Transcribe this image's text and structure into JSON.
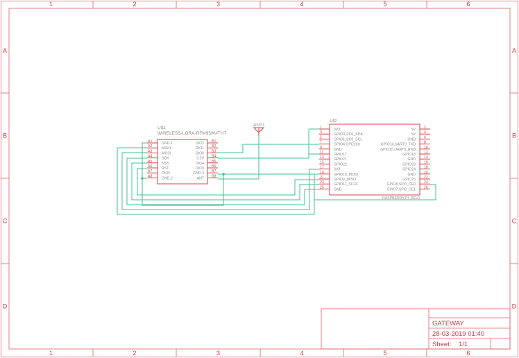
{
  "frame": {
    "columns": [
      "1",
      "2",
      "3",
      "4",
      "5",
      "6"
    ],
    "rows": [
      "A",
      "B",
      "C",
      "D"
    ]
  },
  "title_block": {
    "title": "GATEWAY",
    "date": "28-03-2019 01:40",
    "sheet_label": "Sheet:",
    "sheet_value": "1/1"
  },
  "colors": {
    "frame": "#d9626a",
    "pin": "#d9404a",
    "wire": "#3dbf90"
  },
  "u1": {
    "name": "U$1",
    "value": "WIRELESS-LORA-RFM95W#THT",
    "left_pins": [
      {
        "num": "A1",
        "name": "GND.1"
      },
      {
        "num": "A2",
        "name": "MISO"
      },
      {
        "num": "A3",
        "name": "MOSI"
      },
      {
        "num": "A4",
        "name": "SCK"
      },
      {
        "num": "A5",
        "name": "NSS"
      },
      {
        "num": "A6",
        "name": "RST"
      },
      {
        "num": "A7",
        "name": "DIO5"
      },
      {
        "num": "A8",
        "name": "GND.2"
      }
    ],
    "right_pins": [
      {
        "num": "B1",
        "name": "DIO2"
      },
      {
        "num": "B2",
        "name": "DIO1"
      },
      {
        "num": "B3",
        "name": "DIO0"
      },
      {
        "num": "B4",
        "name": "3.3V"
      },
      {
        "num": "B5",
        "name": "DIO4"
      },
      {
        "num": "B6",
        "name": "DIO3"
      },
      {
        "num": "B7",
        "name": "GND.3"
      },
      {
        "num": "B8",
        "name": "ANT"
      }
    ]
  },
  "antenna": {
    "name": "ANT1"
  },
  "u2": {
    "name": "U$2",
    "value": "RASPBERRY-PI_REV1",
    "left_pins": [
      {
        "num": "1",
        "name": "3V3"
      },
      {
        "num": "3",
        "name": "GPIO0,I2C0_SDA"
      },
      {
        "num": "5",
        "name": "GPIO1,I2C0_SCL"
      },
      {
        "num": "7",
        "name": "GPIO4,GPCLK0"
      },
      {
        "num": "9",
        "name": "GND"
      },
      {
        "num": "11",
        "name": "GPIO17"
      },
      {
        "num": "13",
        "name": "GPIO21"
      },
      {
        "num": "15",
        "name": "GPIO22"
      },
      {
        "num": "17",
        "name": "3V3"
      },
      {
        "num": "19",
        "name": "GPIO10_MOSI"
      },
      {
        "num": "21",
        "name": "GPIO9_MISO"
      },
      {
        "num": "23",
        "name": "GPIO11_SCLK"
      },
      {
        "num": "25",
        "name": "GND"
      }
    ],
    "right_pins": [
      {
        "num": "2",
        "name": "5V"
      },
      {
        "num": "4",
        "name": "5V"
      },
      {
        "num": "6",
        "name": "GND"
      },
      {
        "num": "8",
        "name": "GPIO14,UART0_TXD"
      },
      {
        "num": "10",
        "name": "GPIO15,UART0_RXD"
      },
      {
        "num": "12",
        "name": "GPIO18"
      },
      {
        "num": "14",
        "name": "GND"
      },
      {
        "num": "16",
        "name": "GPIO23"
      },
      {
        "num": "18",
        "name": "GPIO24"
      },
      {
        "num": "20",
        "name": "GND"
      },
      {
        "num": "22",
        "name": "GPIO25"
      },
      {
        "num": "24",
        "name": "GPIO8,SPI0_CE0"
      },
      {
        "num": "26",
        "name": "GPIO7,SPI0_CE1"
      }
    ]
  }
}
